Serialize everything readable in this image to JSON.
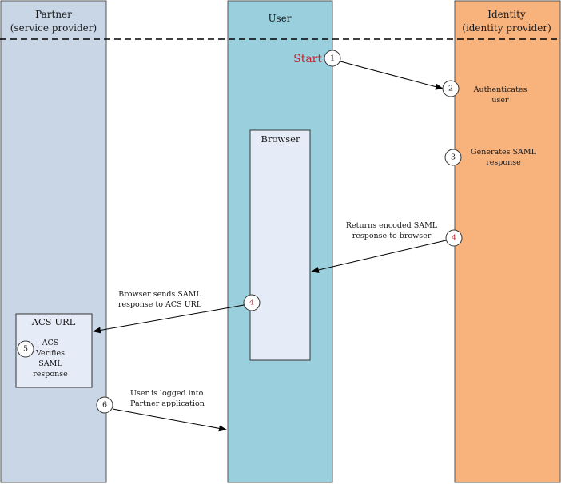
{
  "lanes": {
    "partner": {
      "title_line1": "Partner",
      "title_line2": "(service provider)"
    },
    "user": {
      "title": "User"
    },
    "identity": {
      "title_line1": "Identity",
      "title_line2": "(identity provider)"
    }
  },
  "browser": {
    "title": "Browser"
  },
  "acs": {
    "title": "ACS URL",
    "step": "5",
    "text_lines": [
      "ACS",
      "Verifies",
      "SAML",
      "response"
    ]
  },
  "start_label": "Start",
  "steps": {
    "s1": {
      "num": "1"
    },
    "s2": {
      "num": "2",
      "lines": [
        "Authenticates",
        "user"
      ]
    },
    "s3": {
      "num": "3",
      "lines": [
        "Generates SAML",
        "response"
      ]
    },
    "s4a": {
      "num": "4",
      "lines": [
        "Returns encoded SAML",
        "response to browser"
      ]
    },
    "s4b": {
      "num": "4",
      "lines": [
        "Browser sends SAML",
        "response to ACS URL"
      ]
    },
    "s6": {
      "num": "6",
      "lines": [
        "User is logged into",
        "Partner application"
      ]
    }
  },
  "colors": {
    "partner_fill": "#c9d6e6",
    "user_fill": "#9ad0dd",
    "identity_fill": "#f8b27c",
    "box_fill": "#e6ecf7",
    "red_number": "#c0262b"
  }
}
